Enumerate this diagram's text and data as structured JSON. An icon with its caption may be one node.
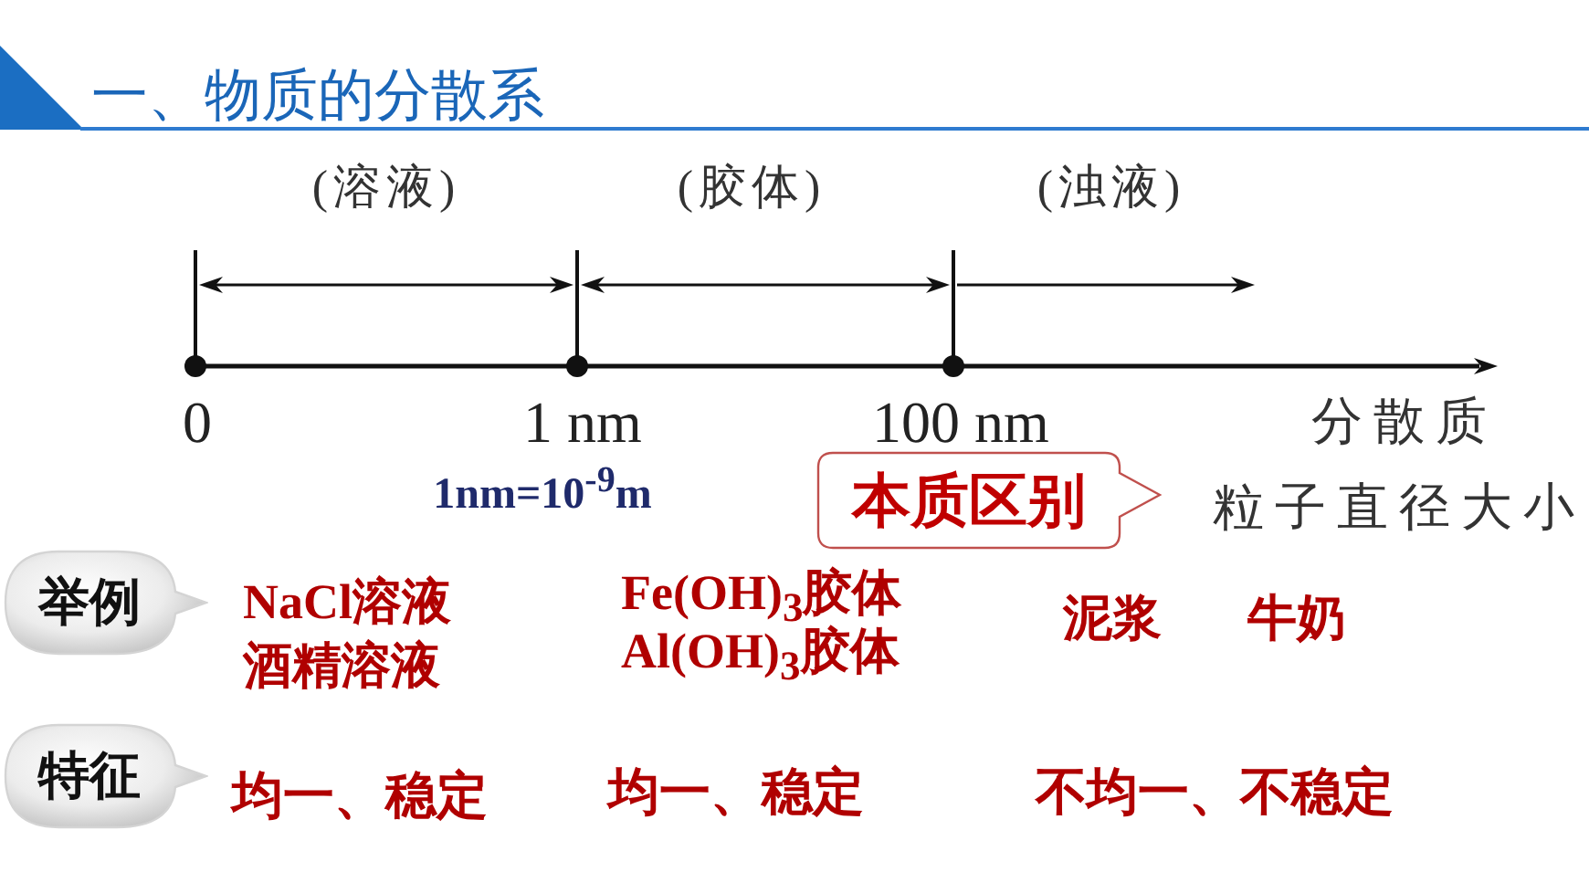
{
  "diagram": {
    "title": "一、物质的分散系",
    "nodes": [
      {
        "text": [
          "本质区别"
        ]
      },
      {
        "text": [
          "举例"
        ]
      },
      {
        "text": [
          "特征"
        ]
      }
    ],
    "labels": [
      "(溶液)",
      "(胶体)",
      "(浊液)",
      "0",
      "1 nm",
      "100 nm",
      "分散质",
      "1nm=10$^{-9}$m",
      "粒子直径大小",
      "NaCl溶液",
      "Fe(OH)$_{3}$胶体",
      "泥浆",
      "牛奶",
      "酒精溶液",
      "Al(OH)$_{3}$胶体",
      "均一、稳定",
      "均一、稳定",
      "不均一、不稳定"
    ]
  }
}
